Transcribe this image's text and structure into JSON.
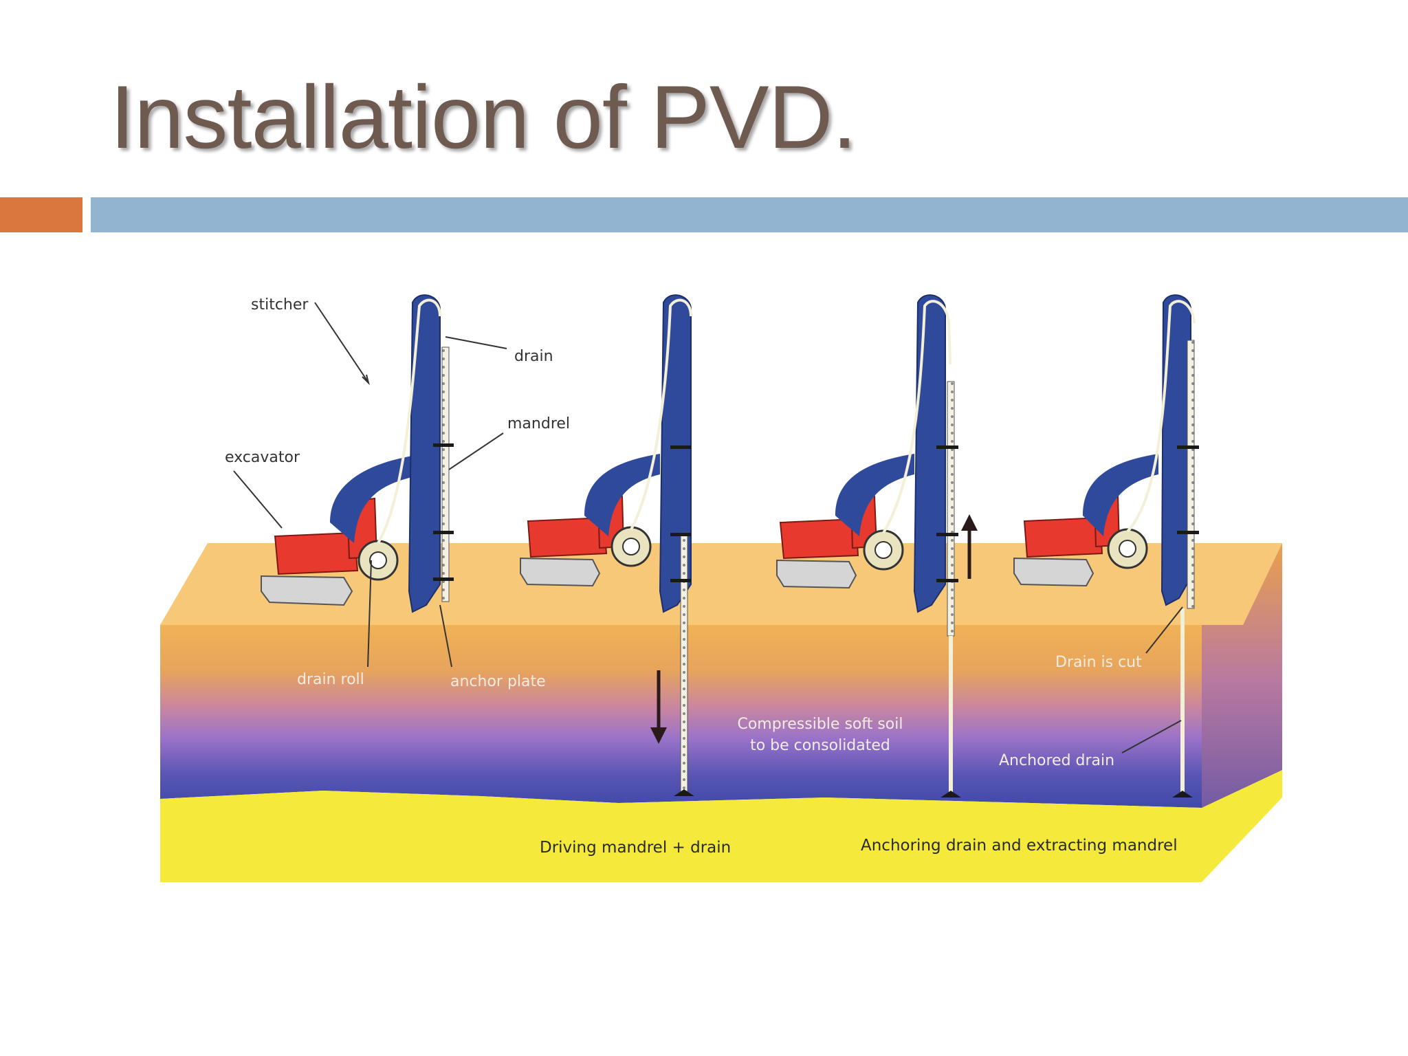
{
  "slide": {
    "title": "Installation of PVD."
  },
  "colors": {
    "title": "#6f5a50",
    "accent_orange": "#d9773f",
    "accent_blue": "#93b4d1",
    "rig_blue": "#2f4a9a",
    "excavator_red": "#e8392f",
    "track_gray": "#d5d5d5",
    "ground_top": "#f6c878",
    "soft_soil": "#5a55b5",
    "firm_layer": "#f5ea3c"
  },
  "labels": {
    "stitcher": "stitcher",
    "drain": "drain",
    "mandrel": "mandrel",
    "excavator": "excavator",
    "drain_roll": "drain roll",
    "anchor_plate": "anchor plate",
    "soil_line1": "Compressible soft soil",
    "soil_line2": "to be consolidated",
    "drain_is_cut": "Drain is cut",
    "anchored_drain": "Anchored drain",
    "caption_left": "Driving mandrel + drain",
    "caption_right": "Anchoring drain and extracting mandrel"
  },
  "icons": [
    "excavator-icon",
    "down-arrow-icon",
    "up-arrow-icon"
  ]
}
